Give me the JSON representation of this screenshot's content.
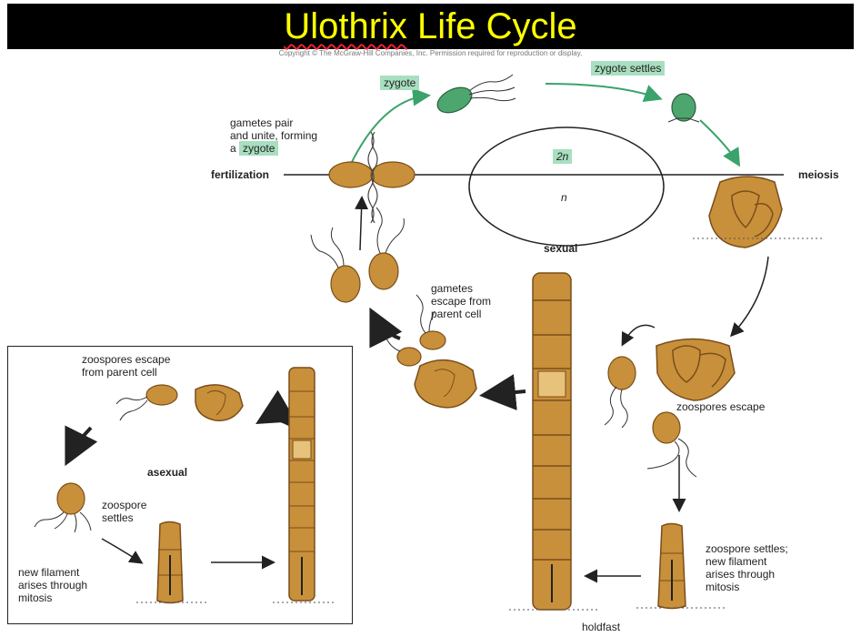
{
  "title": {
    "prefix": "Ulothrix",
    "rest": " Life Cycle"
  },
  "copyright": "Copyright © The McGraw-Hill Companies, Inc. Permission required for reproduction or display.",
  "labels": {
    "zygote": "zygote",
    "zygote_settles": "zygote settles",
    "gametes_pair_1": "gametes pair",
    "gametes_pair_2": "and unite, forming",
    "gametes_pair_3": "a",
    "gametes_pair_zygote": "zygote",
    "fertilization": "fertilization",
    "meiosis": "meiosis",
    "diploid": "2n",
    "haploid": "n",
    "sexual": "sexual",
    "gametes_escape_1": "gametes",
    "gametes_escape_2": "escape from",
    "gametes_escape_3": "parent cell",
    "zoospores_escape": "zoospores escape",
    "zoospore_settles_right_1": "zoospore settles;",
    "zoospore_settles_right_2": "new filament",
    "zoospore_settles_right_3": "arises through",
    "zoospore_settles_right_4": "mitosis",
    "holdfast": "holdfast",
    "zoospores_escape_parent_1": "zoospores escape",
    "zoospores_escape_parent_2": "from parent cell",
    "asexual": "asexual",
    "zoospore_settles_left_1": "zoospore",
    "zoospore_settles_left_2": "settles",
    "new_filament_left_1": "new filament",
    "new_filament_left_2": "arises through",
    "new_filament_left_3": "mitosis"
  },
  "colors": {
    "banner": "#000000",
    "title": "#ffff00",
    "cell": "#c8903a",
    "cell_dark": "#7a4d1a",
    "zygote": "#4da66e",
    "highlight": "#a8dfc0",
    "cycle_arrow": "#3aa36b"
  }
}
